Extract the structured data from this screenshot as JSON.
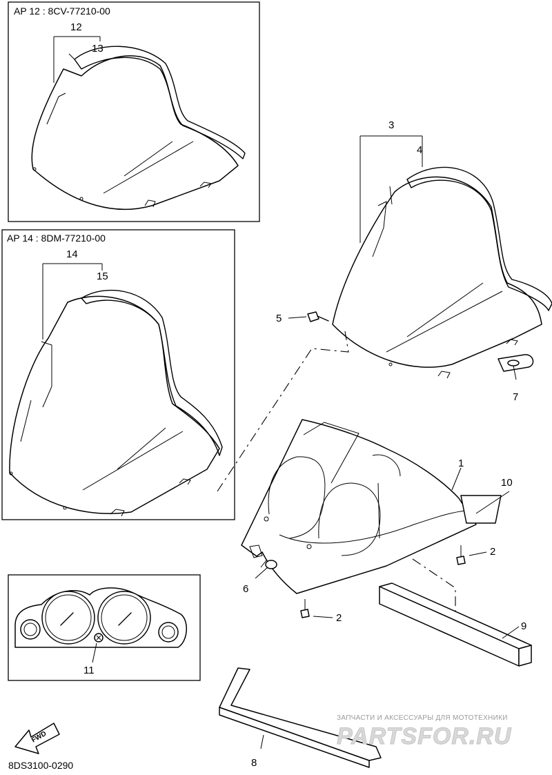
{
  "variants": [
    {
      "label": "AP   12 : 8CV-77210-00"
    },
    {
      "label": "AP   14 : 8DM-77210-00"
    }
  ],
  "callouts": {
    "c1": "1",
    "c2a": "2",
    "c2b": "2",
    "c3": "3",
    "c4": "4",
    "c5": "5",
    "c6": "6",
    "c7": "7",
    "c8": "8",
    "c9": "9",
    "c10": "10",
    "c11": "11",
    "c12": "12",
    "c13": "13",
    "c14": "14",
    "c15": "15"
  },
  "direction_label": "FWD",
  "diagram_code": "8DS3100-0290",
  "watermark": {
    "tagline": "ЗАПЧАСТИ И АКСЕССУАРЫ ДЛЯ МОТОТЕХНИКИ",
    "brand": "PARTSFOR.RU"
  }
}
